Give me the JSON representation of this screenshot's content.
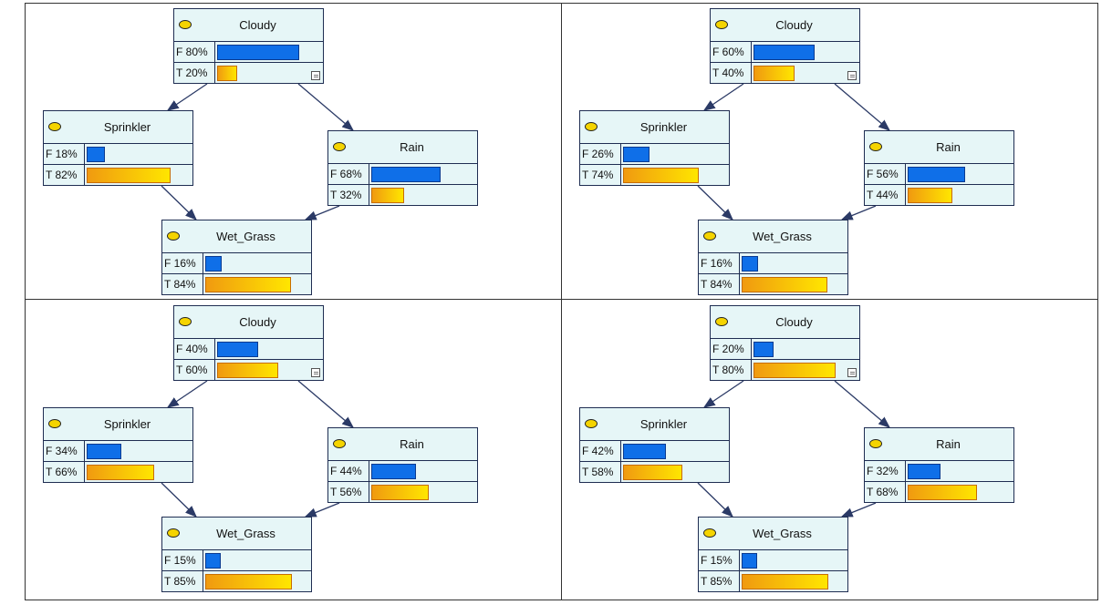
{
  "panels": [
    {
      "nodes": {
        "cloudy": {
          "title": "Cloudy",
          "f_label": "F 80%",
          "t_label": "T 20%",
          "f": 0.8,
          "t": 0.2
        },
        "sprinkler": {
          "title": "Sprinkler",
          "f_label": "F 18%",
          "t_label": "T 82%",
          "f": 0.18,
          "t": 0.82
        },
        "rain": {
          "title": "Rain",
          "f_label": "F 68%",
          "t_label": "T 32%",
          "f": 0.68,
          "t": 0.32
        },
        "wetgrass": {
          "title": "Wet_Grass",
          "f_label": "F 16%",
          "t_label": "T 84%",
          "f": 0.16,
          "t": 0.84
        }
      }
    },
    {
      "nodes": {
        "cloudy": {
          "title": "Cloudy",
          "f_label": "F 60%",
          "t_label": "T 40%",
          "f": 0.6,
          "t": 0.4
        },
        "sprinkler": {
          "title": "Sprinkler",
          "f_label": "F 26%",
          "t_label": "T 74%",
          "f": 0.26,
          "t": 0.74
        },
        "rain": {
          "title": "Rain",
          "f_label": "F 56%",
          "t_label": "T 44%",
          "f": 0.56,
          "t": 0.44
        },
        "wetgrass": {
          "title": "Wet_Grass",
          "f_label": "F 16%",
          "t_label": "T 84%",
          "f": 0.16,
          "t": 0.84
        }
      }
    },
    {
      "nodes": {
        "cloudy": {
          "title": "Cloudy",
          "f_label": "F 40%",
          "t_label": "T 60%",
          "f": 0.4,
          "t": 0.6
        },
        "sprinkler": {
          "title": "Sprinkler",
          "f_label": "F 34%",
          "t_label": "T 66%",
          "f": 0.34,
          "t": 0.66
        },
        "rain": {
          "title": "Rain",
          "f_label": "F 44%",
          "t_label": "T 56%",
          "f": 0.44,
          "t": 0.56
        },
        "wetgrass": {
          "title": "Wet_Grass",
          "f_label": "F 15%",
          "t_label": "T 85%",
          "f": 0.15,
          "t": 0.85
        }
      }
    },
    {
      "nodes": {
        "cloudy": {
          "title": "Cloudy",
          "f_label": "F 20%",
          "t_label": "T 80%",
          "f": 0.2,
          "t": 0.8
        },
        "sprinkler": {
          "title": "Sprinkler",
          "f_label": "F 42%",
          "t_label": "T 58%",
          "f": 0.42,
          "t": 0.58
        },
        "rain": {
          "title": "Rain",
          "f_label": "F 32%",
          "t_label": "T 68%",
          "f": 0.32,
          "t": 0.68
        },
        "wetgrass": {
          "title": "Wet_Grass",
          "f_label": "F 15%",
          "t_label": "T 85%",
          "f": 0.15,
          "t": 0.85
        }
      }
    }
  ],
  "colors": {
    "false_bar": "#0f6fe8",
    "true_bar_start": "#f09a10",
    "true_bar_end": "#ffe600",
    "node_fill": "#e6f6f7",
    "state_oval": "#f5d400",
    "edge": "#2b3a66"
  },
  "icons": {
    "state": "yellow-oval-icon",
    "note": "note-icon"
  }
}
